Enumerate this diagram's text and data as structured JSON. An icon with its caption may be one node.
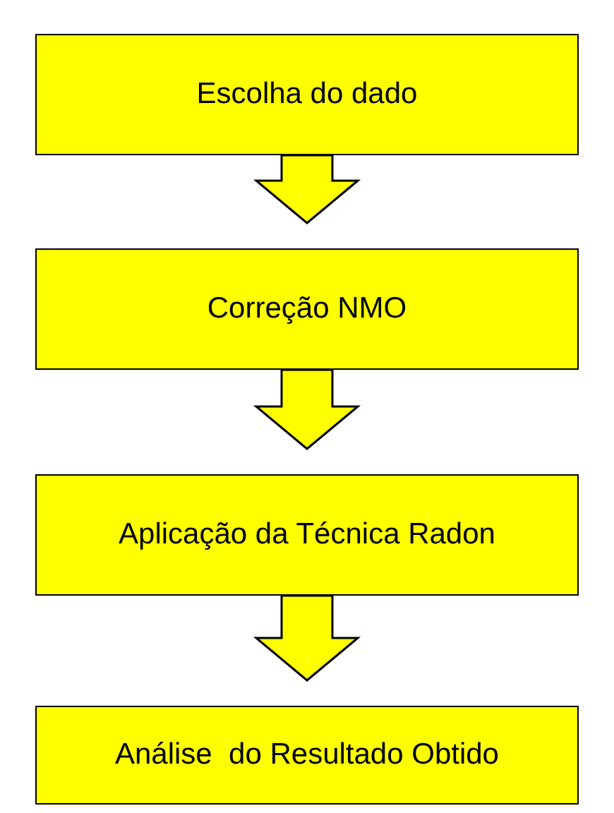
{
  "diagram": {
    "nodes": [
      {
        "text": [
          "Escolha do dado"
        ]
      },
      {
        "text": [
          "Correção NMO"
        ]
      },
      {
        "text": [
          "Aplicação da Técnica Radon"
        ]
      },
      {
        "text": [
          "Análise  do Resultado Obtido"
        ]
      }
    ],
    "edges": [
      {
        "from": 0,
        "to": 1,
        "arrow": "to"
      },
      {
        "from": 1,
        "to": 2,
        "arrow": "to"
      },
      {
        "from": 2,
        "to": 3,
        "arrow": "to"
      }
    ]
  }
}
